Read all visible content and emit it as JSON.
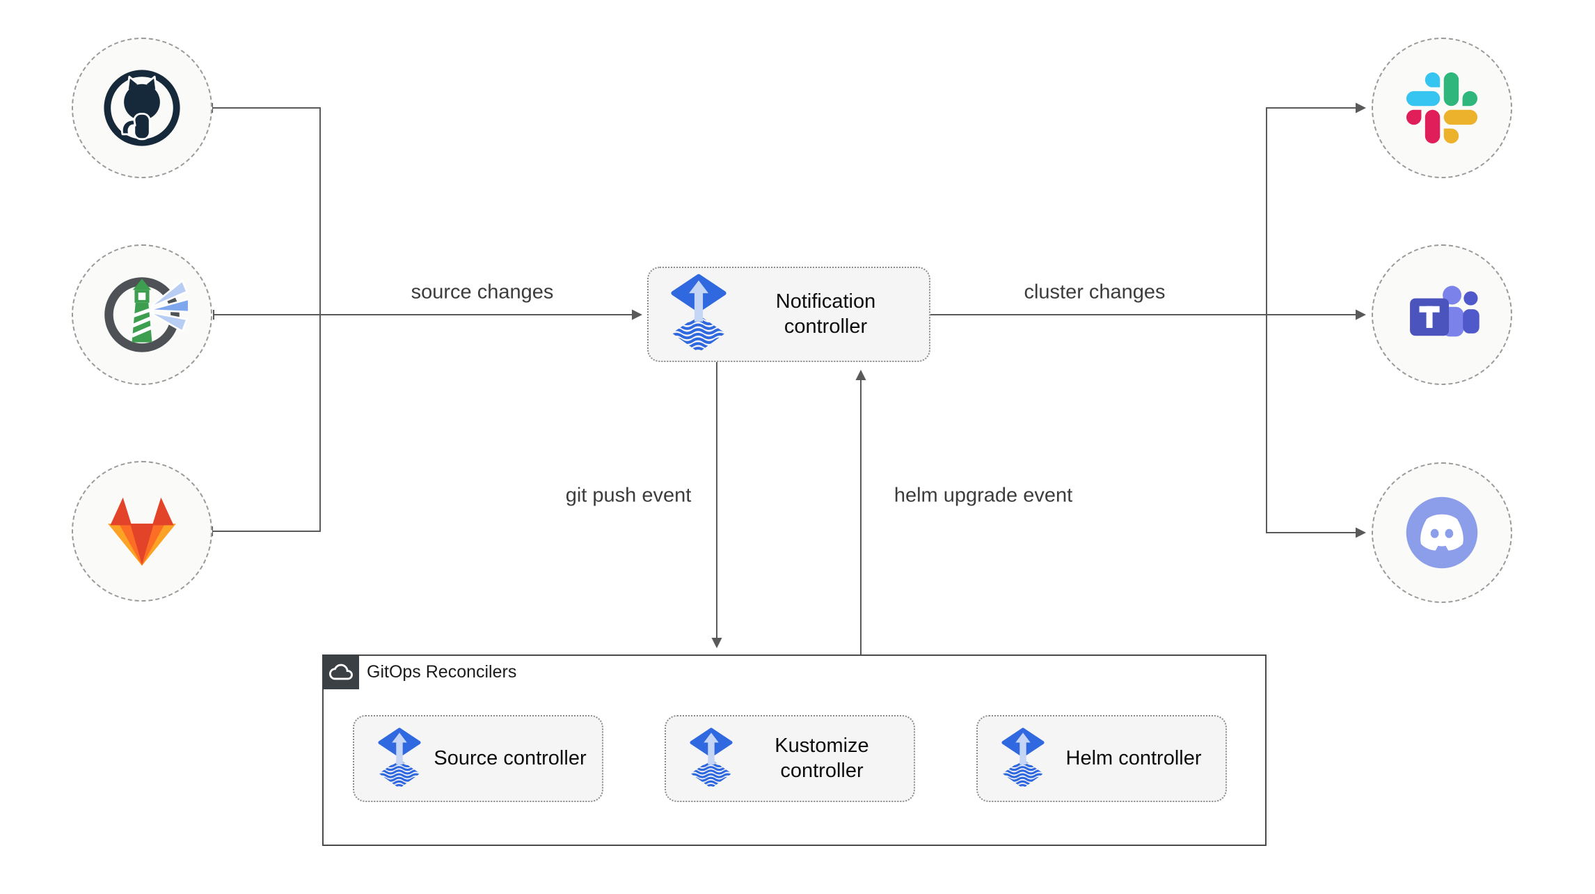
{
  "diagram": {
    "nodes": {
      "notification": "Notification controller",
      "source": "Source controller",
      "kustomize": "Kustomize controller",
      "helm": "Helm controller"
    },
    "edge_labels": {
      "source_changes": "source changes",
      "cluster_changes": "cluster changes",
      "git_push_event": "git push event",
      "helm_upgrade_event": "helm upgrade event"
    },
    "container": {
      "label": "GitOps Reconcilers"
    },
    "icons": {
      "left_sources": [
        "github-icon",
        "harbor-icon",
        "gitlab-icon"
      ],
      "right_targets": [
        "slack-icon",
        "teams-icon",
        "discord-icon"
      ],
      "controller": "flux-icon",
      "container_badge": "cloud-icon"
    },
    "colors": {
      "line": "#595959",
      "node_fill": "#f5f5f5",
      "node_border": "#8c8c8c",
      "container_border": "#4a4a4a",
      "container_header": "#3b4045",
      "flux_blue": "#3068df",
      "flux_arrow": "#c5d5f6",
      "github": "#16293b",
      "harbor_green": "#3d9e4f",
      "gitlab": [
        "#e24329",
        "#fc6d26",
        "#fca326"
      ],
      "slack": [
        "#36c5f0",
        "#2eb67d",
        "#ecb22c",
        "#e01e5a"
      ],
      "teams": "#4b53bc",
      "discord": "#8c9ee9"
    }
  }
}
